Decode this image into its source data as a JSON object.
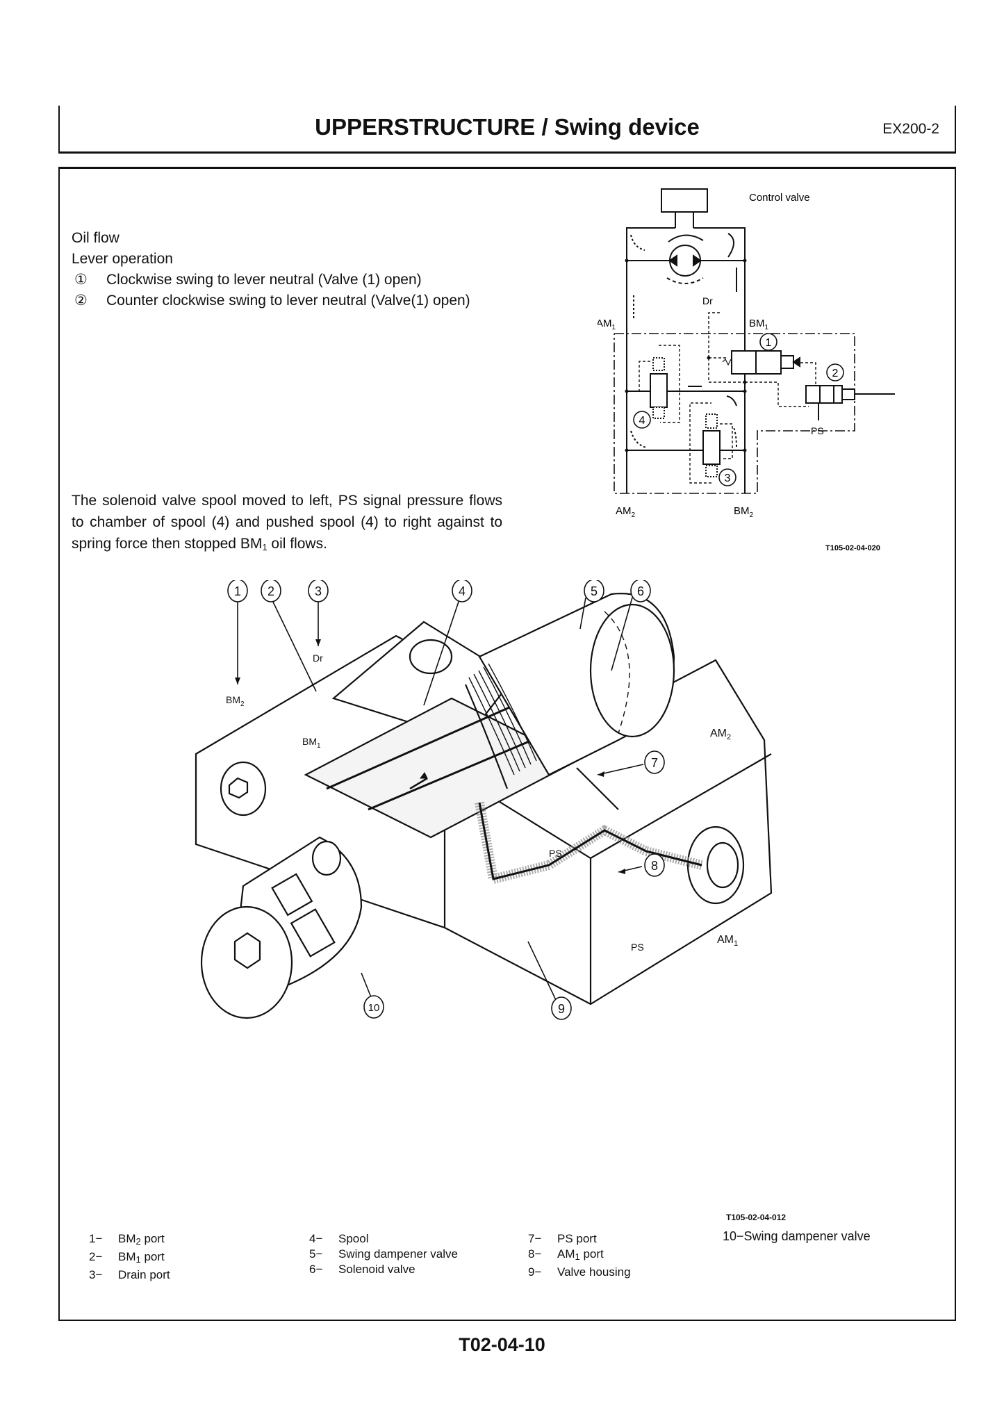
{
  "header": {
    "title": "UPPERSTRUCTURE / Swing device",
    "model_code": "EX200-2"
  },
  "intro": {
    "heading": "Oil flow",
    "subheading": "Lever operation",
    "items": [
      {
        "num": "①",
        "text": "Clockwise swing to lever neutral (Valve (1) open)"
      },
      {
        "num": "②",
        "text": "Counter clockwise swing to lever neutral (Valve(1) open)"
      }
    ]
  },
  "description": {
    "text_before": "The solenoid valve spool moved to left, PS signal pressure flows to chamber of spool (4) and pushed spool (4) to right against to spring force then stopped BM",
    "sub": "1",
    "text_after": " oil flows."
  },
  "schematic": {
    "title": "Control valve",
    "labels": {
      "am1": "AM",
      "am1_sub": "1",
      "bm1": "BM",
      "bm1_sub": "1",
      "am2": "AM",
      "am2_sub": "2",
      "bm2": "BM",
      "bm2_sub": "2",
      "dr": "Dr",
      "ps": "PS"
    },
    "callouts": [
      "1",
      "2",
      "3",
      "4"
    ],
    "figure_code": "T105-02-04-020"
  },
  "cutaway": {
    "callouts": [
      "1",
      "2",
      "3",
      "4",
      "5",
      "6",
      "7",
      "8",
      "9",
      "10"
    ],
    "labels": {
      "bm2": "BM",
      "bm2_sub": "2",
      "bm1": "BM",
      "bm1_sub": "1",
      "dr": "Dr",
      "am2": "AM",
      "am2_sub": "2",
      "am1": "AM",
      "am1_sub": "1",
      "ps_upper": "PS",
      "ps_lower": "PS"
    },
    "figure_code": "T105-02-04-012"
  },
  "legend": {
    "col1": [
      {
        "num": "1−",
        "text": "BM",
        "sub": "2",
        "after": " port"
      },
      {
        "num": "2−",
        "text": "BM",
        "sub": "1",
        "after": " port"
      },
      {
        "num": "3−",
        "text": "Drain port",
        "sub": "",
        "after": ""
      }
    ],
    "col2": [
      {
        "num": "4−",
        "text": "Spool",
        "sub": "",
        "after": ""
      },
      {
        "num": "5−",
        "text": "Swing dampener valve",
        "sub": "",
        "after": ""
      },
      {
        "num": "6−",
        "text": "Solenoid valve",
        "sub": "",
        "after": ""
      }
    ],
    "col3": [
      {
        "num": "7−",
        "text": "PS port",
        "sub": "",
        "after": ""
      },
      {
        "num": "8−",
        "text": "AM",
        "sub": "1",
        "after": " port"
      },
      {
        "num": "9−",
        "text": "Valve housing",
        "sub": "",
        "after": ""
      }
    ],
    "col4": [
      {
        "num": "10−",
        "text": "Swing dampener valve",
        "sub": "",
        "after": ""
      }
    ]
  },
  "footer": {
    "page_number": "T02-04-10"
  }
}
